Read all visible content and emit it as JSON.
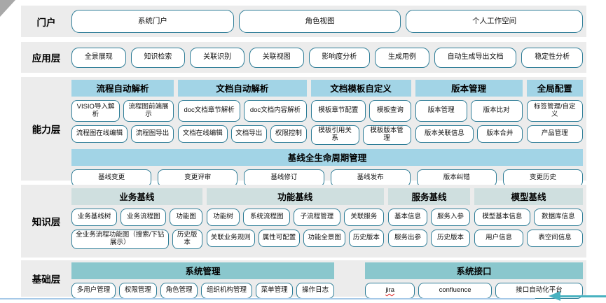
{
  "colors": {
    "band": "#ececec",
    "border": "#2e7d97",
    "header-blue": "#a2d4e6",
    "header-pale": "#cfdfdf",
    "header-teal": "#8ac7cd",
    "line-blue": "#a6c9e8",
    "arrow": "#48b2c0"
  },
  "portal": {
    "label": "门户",
    "buttons": [
      "系统门户",
      "角色视图",
      "个人工作空间"
    ]
  },
  "app": {
    "label": "应用层",
    "buttons": [
      "全景展现",
      "知识检索",
      "关联识别",
      "关联视图",
      "影响度分析",
      "生成用例",
      "自动生成导出文档",
      "稳定性分析"
    ]
  },
  "capability": {
    "label": "能力层",
    "groups": [
      {
        "title": "流程自动解析",
        "rows": [
          [
            "VISIO导入解析",
            "流程图前端展示"
          ],
          [
            "流程图在线编辑",
            "流程图导出"
          ]
        ]
      },
      {
        "title": "文档自动解析",
        "rows": [
          [
            "doc文档章节解析",
            "doc文档内容解析"
          ],
          [
            "文档在线编辑",
            "文档导出",
            "权限控制"
          ]
        ]
      },
      {
        "title": "文档模板自定义",
        "rows": [
          [
            "模板章节配置",
            "模板查询"
          ],
          [
            "模板引用关系",
            "模板版本管理"
          ]
        ]
      },
      {
        "title": "版本管理",
        "rows": [
          [
            "版本管理",
            "版本比对"
          ],
          [
            "版本关联信息",
            "版本合并"
          ]
        ]
      },
      {
        "title": "全局配置",
        "rows": [
          [
            "标签管理/自定义"
          ],
          [
            "产品管理"
          ]
        ]
      }
    ],
    "baseline": {
      "title": "基线全生命周期管理",
      "buttons": [
        "基线变更",
        "变更评审",
        "基线修订",
        "基线发布",
        "版本纠错",
        "变更历史"
      ]
    }
  },
  "knowledge": {
    "label": "知识层",
    "groups": [
      {
        "title": "业务基线",
        "rows": [
          [
            "业务基线树",
            "业务流程图",
            "功能图"
          ],
          [
            "全业务流程功能图（搜索/下钻展示）",
            "历史版本"
          ]
        ]
      },
      {
        "title": "功能基线",
        "rows": [
          [
            "功能树",
            "系统流程图",
            "子流程管理",
            "关联服务"
          ],
          [
            "关联业务规则",
            "属性可配置",
            "功能全景图",
            "历史版本"
          ]
        ]
      },
      {
        "title": "服务基线",
        "rows": [
          [
            "基本信息",
            "服务入参"
          ],
          [
            "服务出参",
            "历史版本"
          ]
        ]
      },
      {
        "title": "模型基线",
        "rows": [
          [
            "模型基本信息",
            "数据库信息"
          ],
          [
            "用户信息",
            "表空间信息"
          ]
        ]
      }
    ]
  },
  "base": {
    "label": "基础层",
    "groups": [
      {
        "title": "系统管理",
        "buttons": [
          "多用户管理",
          "权限管理",
          "角色管理",
          "组织机构管理",
          "菜单管理",
          "操作日志"
        ]
      },
      {
        "title": "系统接口",
        "buttons": [
          {
            "label": "jira",
            "underline": "red-squiggle"
          },
          "confluence",
          "接口自动化平台"
        ]
      }
    ]
  }
}
